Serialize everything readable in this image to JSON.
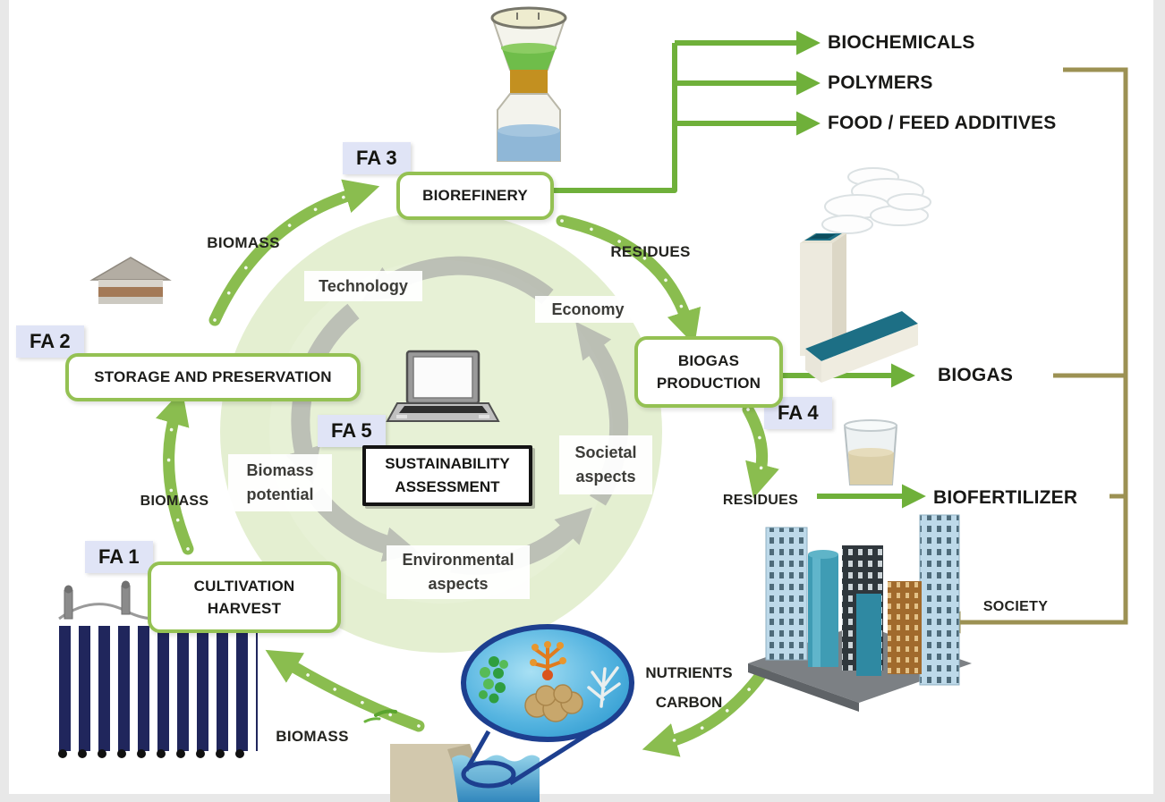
{
  "focus_areas": {
    "fa1": {
      "tag": "FA 1",
      "title_line1": "CULTIVATION",
      "title_line2": "HARVEST"
    },
    "fa2": {
      "tag": "FA 2",
      "title_line1": "STORAGE AND PRESERVATION"
    },
    "fa3": {
      "tag": "FA 3",
      "title_line1": "BIOREFINERY"
    },
    "fa4": {
      "tag": "FA 4",
      "title_line1": "BIOGAS",
      "title_line2": "PRODUCTION"
    },
    "fa5": {
      "tag": "FA 5",
      "title_line1": "SUSTAINABILITY",
      "title_line2": "ASSESSMENT"
    }
  },
  "flow_labels": {
    "biomass_storage_to_biorefinery": "BIOMASS",
    "biomass_cultivation_to_storage": "BIOMASS",
    "biomass_sea_to_cultivation": "BIOMASS",
    "residues_biorefinery_to_biogas": "RESIDUES",
    "residues_biogas_to_biofertilizer": "RESIDUES",
    "nutrients_line1": "NUTRIENTS",
    "nutrients_line2": "CARBON",
    "society": "SOCIETY"
  },
  "products": {
    "biochemicals": "BIOCHEMICALS",
    "polymers": "POLYMERS",
    "food_feed_additives": "FOOD / FEED ADDITIVES",
    "biogas": "BIOGAS",
    "biofertilizer": "BIOFERTILIZER"
  },
  "assessment_aspects": {
    "technology": "Technology",
    "economy": "Economy",
    "societal_line1": "Societal",
    "societal_line2": "aspects",
    "environmental_line1": "Environmental",
    "environmental_line2": "aspects",
    "biomass_potential_line1": "Biomass",
    "biomass_potential_line2": "potential"
  },
  "icons": [
    "filtration-funnel-icon",
    "storage-silo-icon",
    "biogas-plant-icon",
    "beaker-icon",
    "city-icon",
    "seaweed-magnifier-icon",
    "shore-icon",
    "cultivation-lines-icon",
    "laptop-icon"
  ],
  "colors": {
    "flow_green": "#8abd4f",
    "product_green": "#6fb03a",
    "box_border_green": "#94c153",
    "circle_green": "#e4efd1",
    "society_olive": "#9c9153",
    "aspect_arrow_gray": "#a3a3a3",
    "fa_tag_bg": "#e0e4f6",
    "text_dark": "#1c1c1a"
  }
}
